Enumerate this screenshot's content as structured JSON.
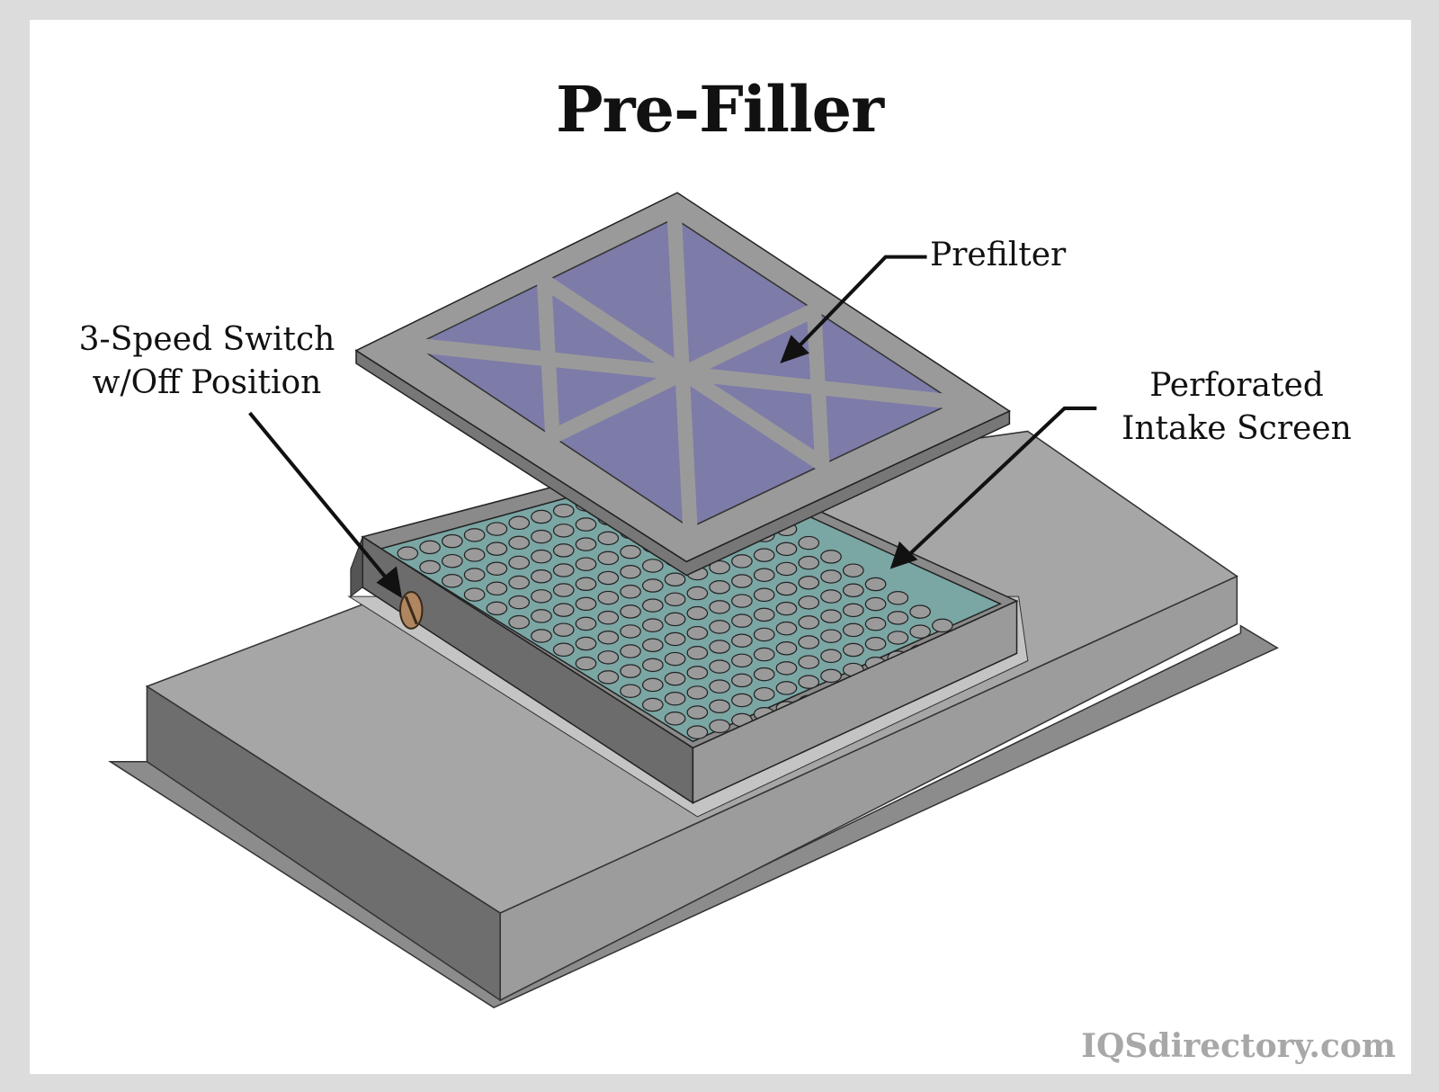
{
  "title": "Pre-Filler",
  "labels": {
    "prefilter": "Prefilter",
    "switch_line1": "3-Speed Switch",
    "switch_line2": "w/Off Position",
    "screen_line1": "Perforated",
    "screen_line2": "Intake Screen"
  },
  "watermark": "IQSdirectory.com",
  "colors": {
    "frame": "#9a9a9a",
    "filter_media": "#7d7ba8",
    "screen": "#7aa6a4",
    "knob": "#b08660"
  }
}
